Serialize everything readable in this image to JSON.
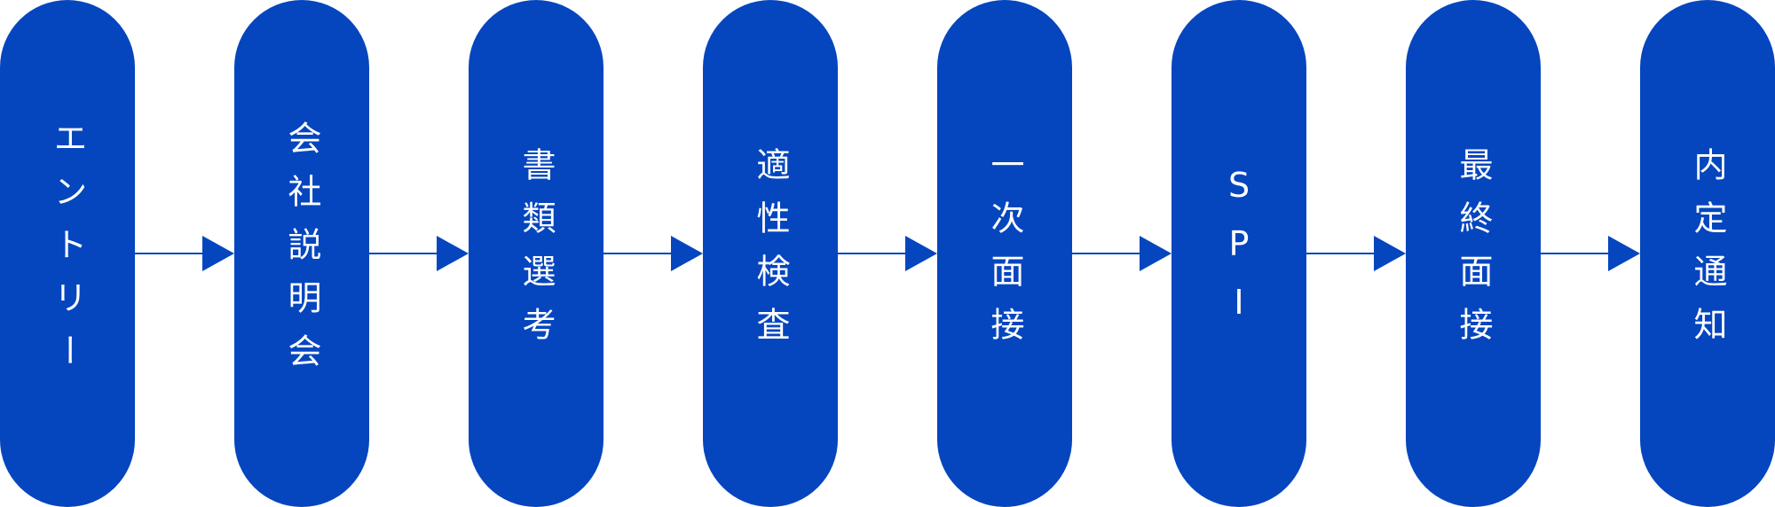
{
  "flow": {
    "steps": [
      "エントリー",
      "会社説明会",
      "書類選考",
      "適性検査",
      "一次面接",
      "SPI",
      "最終面接",
      "内定通知"
    ]
  },
  "colors": {
    "step_fill": "#0546BF",
    "step_text": "#ffffff",
    "connector": "#0546BF"
  },
  "icons": {
    "connector": "arrow-right-icon"
  }
}
